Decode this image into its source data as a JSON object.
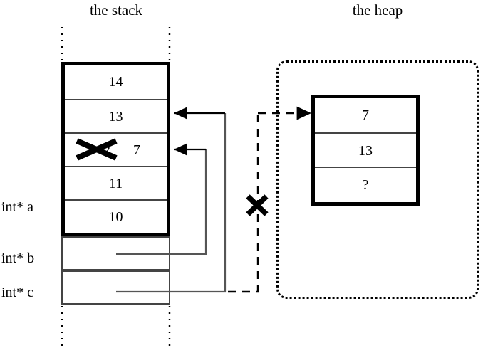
{
  "diagram": {
    "stack": {
      "title": "the stack",
      "frame_cells": [
        {
          "value": "14"
        },
        {
          "value": "13"
        },
        {
          "value": "12",
          "struck": true,
          "new_value": "7"
        },
        {
          "value": "11"
        },
        {
          "value": "10"
        }
      ],
      "pointer_labels": [
        "int* a",
        "int* b",
        "int* c"
      ],
      "lower_cells": [
        {
          "label": "int* b",
          "value": ""
        },
        {
          "label": "int* c",
          "value": ""
        }
      ]
    },
    "heap": {
      "title": "the heap",
      "cells": [
        {
          "value": "7"
        },
        {
          "value": "13"
        },
        {
          "value": "?"
        }
      ]
    },
    "annotations": {
      "struck_stack_value": "12",
      "replacement_value": "7",
      "severed_link_marker": "X",
      "unknown_value_marker": "?"
    },
    "colors": {
      "ink": "#000000",
      "rule": "#444444",
      "background": "#ffffff"
    }
  }
}
